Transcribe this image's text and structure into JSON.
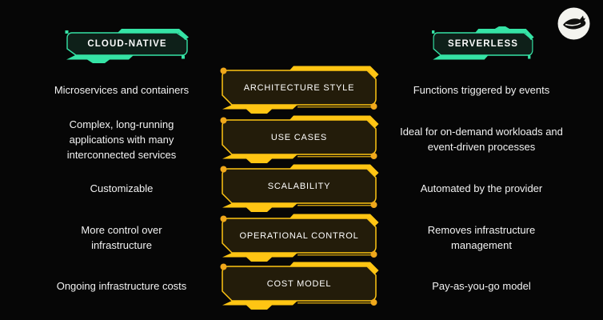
{
  "header": {
    "left_badge": "CLOUD-NATIVE",
    "right_badge": "SERVERLESS",
    "logo_icon": "bird-swoosh-icon"
  },
  "colors": {
    "background": "#060606",
    "accent_teal": "#35E3A5",
    "accent_yellow": "#FFC513",
    "dot_orange": "#F0A81B",
    "box_fill": "#231C0A",
    "badge_fill": "#0E2019",
    "text": "#F2F2F2"
  },
  "rows": [
    {
      "left": "Microservices and containers",
      "center": "ARCHITECTURE STYLE",
      "right": "Functions triggered by events"
    },
    {
      "left": "Complex, long-running applications with many interconnected services",
      "center": "USE CASES",
      "right": "Ideal for on-demand workloads and event-driven processes"
    },
    {
      "left": "Customizable",
      "center": "SCALABILITY",
      "right": "Automated by the provider"
    },
    {
      "left": "More control over infrastructure",
      "center": "OPERATIONAL CONTROL",
      "right": "Removes infrastructure management"
    },
    {
      "left": "Ongoing infrastructure costs",
      "center": "COST MODEL",
      "right": "Pay-as-you-go model"
    }
  ]
}
